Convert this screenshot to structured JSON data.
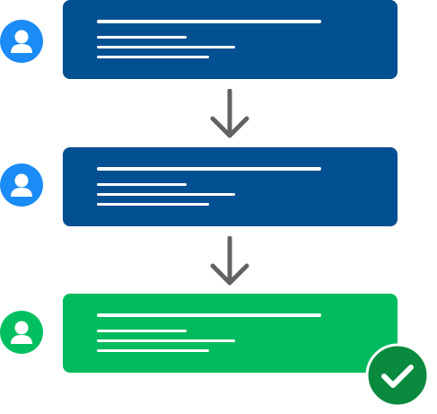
{
  "colors": {
    "step_card": "#024f91",
    "final_card": "#00ba5e",
    "step_avatar": "#1b8bf5",
    "final_avatar": "#00bf61",
    "arrow": "#626262",
    "badge": "#0a8a3e",
    "line": "#ffffff"
  },
  "steps": [
    {
      "state": "pending",
      "avatar_icon": "user-icon"
    },
    {
      "state": "pending",
      "avatar_icon": "user-icon"
    },
    {
      "state": "approved",
      "avatar_icon": "user-icon",
      "badge_icon": "checkmark-icon"
    }
  ],
  "connectors": [
    {
      "icon": "arrow-down-icon"
    },
    {
      "icon": "arrow-down-icon"
    }
  ]
}
